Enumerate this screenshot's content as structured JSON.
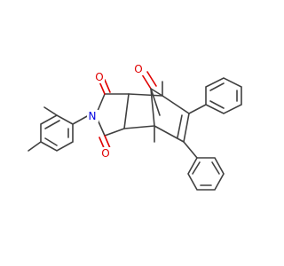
{
  "molecule": {
    "atom_labels": {
      "nitrogen": "N",
      "oxygen_bridge": "O",
      "oxygen_imide_top": "O",
      "oxygen_imide_bottom": "O"
    },
    "colors": {
      "bond": "#404040",
      "nitrogen": "#0000e0",
      "oxygen": "#e00000",
      "background": "#ffffff"
    }
  }
}
